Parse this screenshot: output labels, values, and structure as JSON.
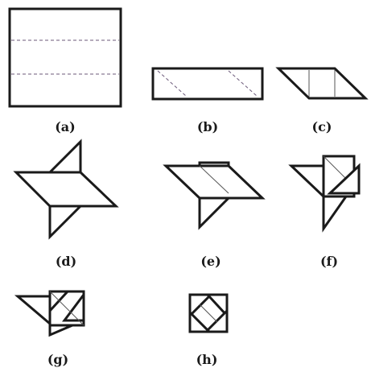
{
  "figures": [
    {
      "id": "a",
      "label": "(a)"
    },
    {
      "id": "b",
      "label": "(b)"
    },
    {
      "id": "c",
      "label": "(c)"
    },
    {
      "id": "d",
      "label": "(d)"
    },
    {
      "id": "e",
      "label": "(e)"
    },
    {
      "id": "f",
      "label": "(f)"
    },
    {
      "id": "g",
      "label": "(g)"
    },
    {
      "id": "h",
      "label": "(h)"
    }
  ],
  "colors": {
    "line": "#1a1a1a",
    "fold_line": "#6b5a7a",
    "paper": "#ffffff"
  }
}
